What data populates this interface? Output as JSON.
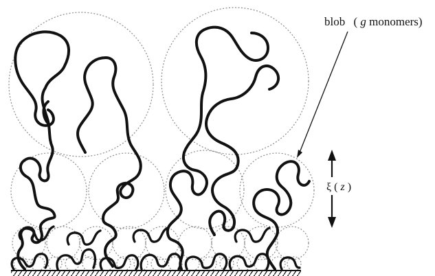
{
  "annotations": {
    "blob_label": {
      "word": "blob",
      "open_paren": "(",
      "variable": "g",
      "rest": " monomers)"
    },
    "height_label": {
      "symbol": "ξ",
      "open_paren": "(",
      "variable": "z",
      "close_paren": ")"
    }
  },
  "colors": {
    "chain": "#111111",
    "blob_outline": "#8a8a8a",
    "grafting_surface": "#111111",
    "background": "#ffffff"
  }
}
